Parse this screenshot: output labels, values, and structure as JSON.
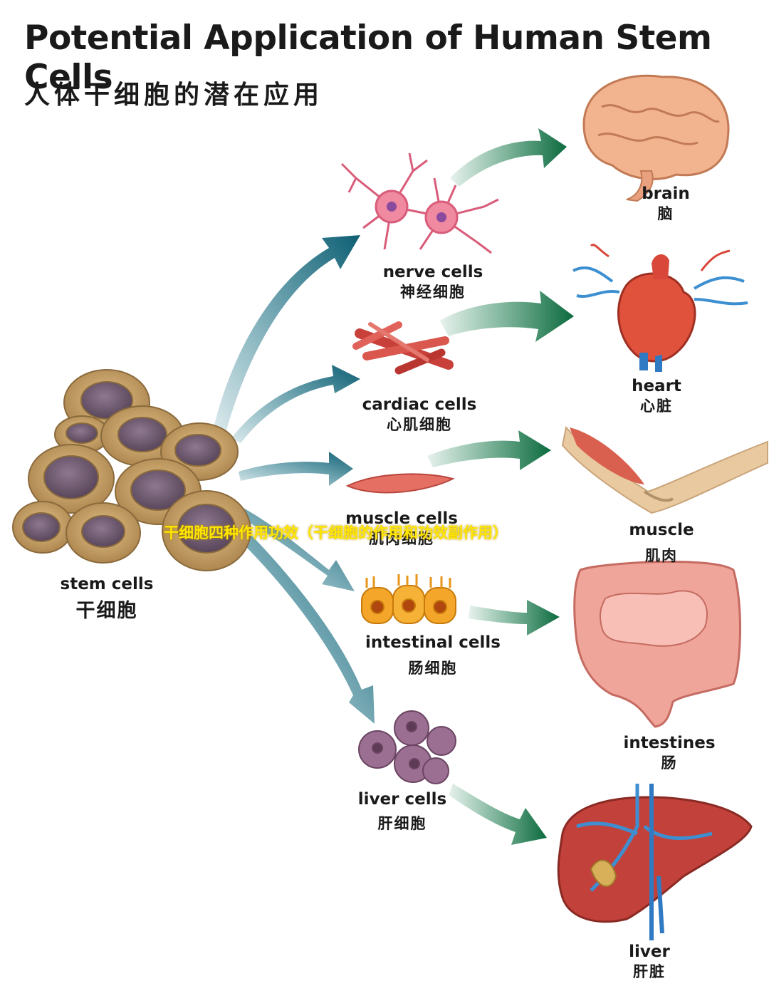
{
  "header": {
    "title": "Potential Application of Human Stem Cells",
    "subtitle": "人体干细胞的潜在应用"
  },
  "source": {
    "en": "stem cells",
    "zh": "干细胞"
  },
  "cells": [
    {
      "en": "nerve cells",
      "zh": "神经细胞"
    },
    {
      "en": "cardiac cells",
      "zh": "心肌细胞"
    },
    {
      "en": "muscle cells",
      "zh": "肌肉细胞"
    },
    {
      "en": "intestinal cells",
      "zh": "肠细胞"
    },
    {
      "en": "liver cells",
      "zh": "肝细胞"
    }
  ],
  "organs": [
    {
      "en": "brain",
      "zh": "脑"
    },
    {
      "en": "heart",
      "zh": "心脏"
    },
    {
      "en": "muscle",
      "zh": "肌肉"
    },
    {
      "en": "intestines",
      "zh": "肠"
    },
    {
      "en": "liver",
      "zh": "肝脏"
    }
  ],
  "overlay_caption": "干细胞四种作用功效（干细胞的作用和功效副作用）",
  "colors": {
    "arrow_teal": "#0e6f82",
    "arrow_green": "#0f7a48",
    "stem_cell": "#c9a66b",
    "nucleus": "#6e5a6e",
    "overlay_text": "#ffe600"
  }
}
